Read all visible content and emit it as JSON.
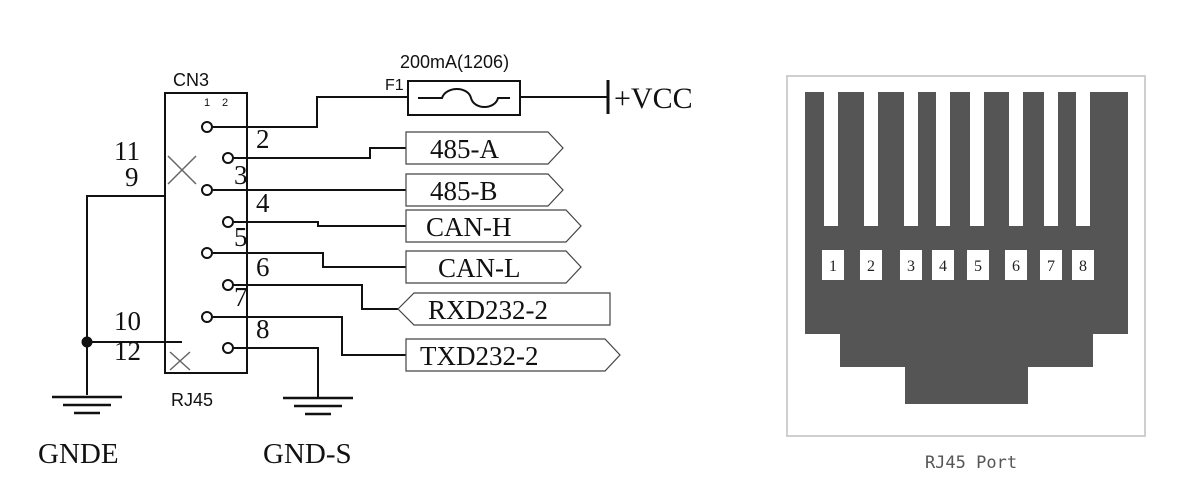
{
  "schematic": {
    "connector_ref": "CN3",
    "connector_footprint": "RJ45",
    "pin_header": [
      "1",
      "2"
    ],
    "fuse_ref": "F1",
    "fuse_value": "200mA(1206)",
    "power_label": "+VCC",
    "pins_left": [
      "11",
      "9",
      "10",
      "12"
    ],
    "pins_right": [
      "2",
      "3",
      "4",
      "5",
      "6",
      "7",
      "8"
    ],
    "signals": [
      "485-A",
      "485-B",
      "CAN-H",
      "CAN-L",
      "RXD232-2",
      "TXD232-2"
    ],
    "ground_left": "GNDE",
    "ground_right": "GND-S"
  },
  "port": {
    "pin_numbers": [
      "1",
      "2",
      "3",
      "4",
      "5",
      "6",
      "7",
      "8"
    ],
    "caption": "RJ45 Port"
  },
  "colors": {
    "line": "#111111",
    "port_fill": "#555555",
    "frame": "#cfcfcf"
  }
}
